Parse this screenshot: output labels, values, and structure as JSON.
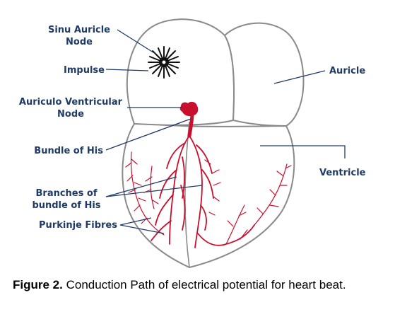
{
  "labels": {
    "sinu_auricle_line1": "Sinu Auricle",
    "sinu_auricle_line2": "Node",
    "impulse": "Impulse",
    "av_node_line1": "Auriculo Ventricular",
    "av_node_line2": "Node",
    "bundle_of_his": "Bundle of His",
    "branches_line1": "Branches of",
    "branches_line2": "bundle of His",
    "purkinje": "Purkinje Fibres",
    "auricle": "Auricle",
    "ventricle": "Ventricle"
  },
  "caption": {
    "prefix": "Figure 2.",
    "text": "Conduction Path of electrical potential for heart beat."
  },
  "colors": {
    "label_text": "#1f3b66",
    "conduction_red": "#c8102e",
    "outline_gray": "#8a8a8a"
  }
}
